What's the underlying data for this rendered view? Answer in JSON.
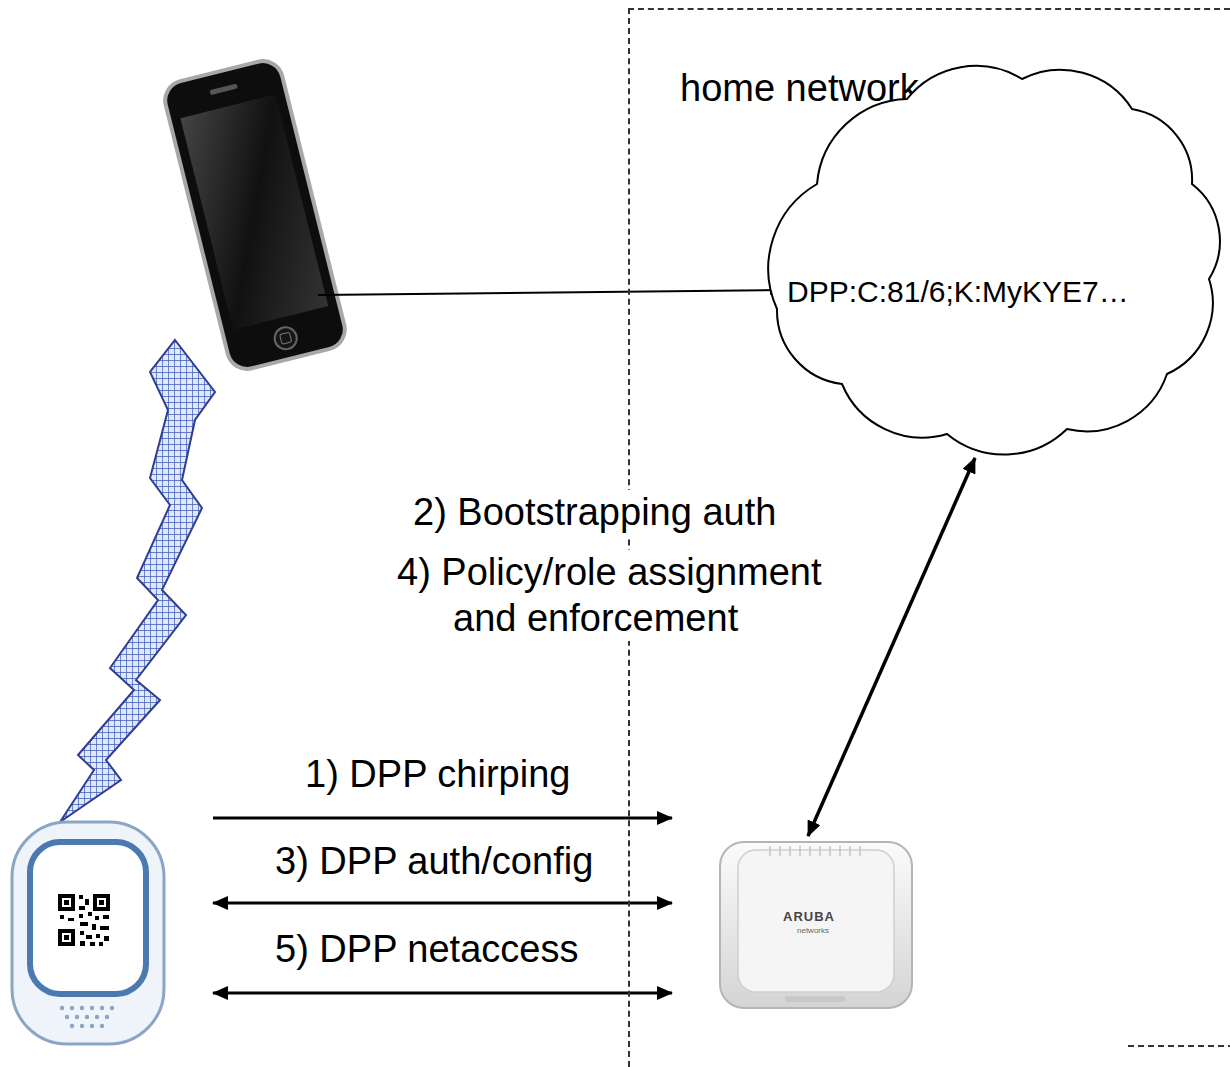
{
  "diagram": {
    "nodes": [
      {
        "text": [
          "home network"
        ]
      },
      {
        "text": [
          "DPP:C:81/6;K:MyKYE7…"
        ],
        "in": 0
      }
    ],
    "labels": [
      "2) Bootstrapping auth",
      "4) Policy/role assignment and enforcement",
      "1) DPP chirping",
      "3) DPP auth/config",
      "5) DPP netaccess",
      "ARUBA",
      "networks"
    ]
  }
}
